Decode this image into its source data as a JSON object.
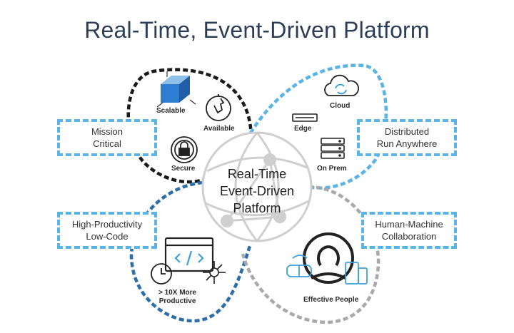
{
  "title": "Real-Time, Event-Driven Platform",
  "center_label": "Real-Time\nEvent-Driven\nPlatform",
  "boxes": {
    "mission": "Mission\nCritical",
    "distributed": "Distributed\nRun Anywhere",
    "productivity": "High-Productivity\nLow-Code",
    "collaboration": "Human-Machine\nCollaboration"
  },
  "labels": {
    "scalable": "Scalable",
    "available": "Available",
    "secure": "Secure",
    "cloud": "Cloud",
    "edge": "Edge",
    "on_prem": "On Prem",
    "productive": "> 10X More\nProductive",
    "people": "Effective People"
  },
  "colors": {
    "black_loop": "#1a1a1a",
    "light_blue_loop": "#5ab4e5",
    "dark_blue_loop": "#2d6ea8",
    "gray_loop": "#a9a9a9",
    "box_border": "#5ab4e5",
    "title": "#2c3e57"
  },
  "icons": [
    "cube-icon",
    "stopwatch-hand-icon",
    "lock-icon",
    "cloud-sync-icon",
    "edge-device-icon",
    "server-icon",
    "code-window-icon",
    "clock-icon",
    "network-icon",
    "person-icon",
    "vr-headset-icon",
    "mobile-devices-icon"
  ]
}
